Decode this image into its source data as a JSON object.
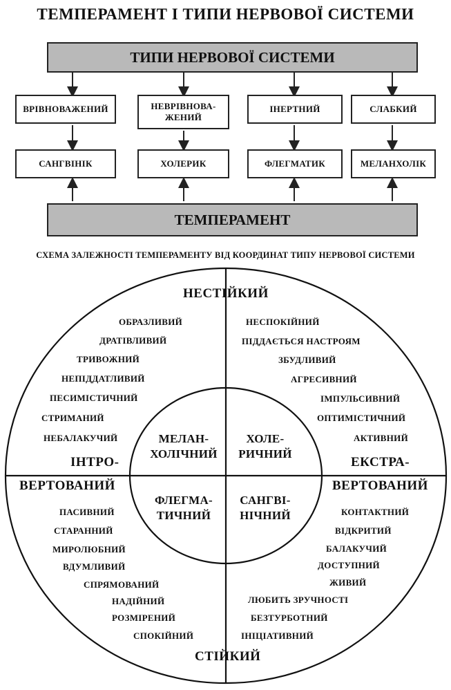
{
  "title": "ТЕМПЕРАМЕНТ І ТИПИ НЕРВОВОЇ СИСТЕМИ",
  "top_bar": "ТИПИ НЕРВОВОЇ СИСТЕМИ",
  "nervous_types": [
    "ВРІВНОВАЖЕНИЙ",
    "НЕВРІВНОВА-\nЖЕНИЙ",
    "ІНЕРТНИЙ",
    "СЛАБКИЙ"
  ],
  "temperaments": [
    "САНГВІНІК",
    "ХОЛЕРИК",
    "ФЛЕГМАТИК",
    "МЕЛАНХОЛІК"
  ],
  "bottom_bar": "ТЕМПЕРАМЕНТ",
  "scheme_title": "СХЕМА ЗАЛЕЖНОСТІ ТЕМПЕРАМЕНТУ ВІД КООРДИНАТ ТИПУ НЕРВОВОЇ СИСТЕМИ",
  "axes": {
    "top": "НЕСТІЙКИЙ",
    "bottom": "СТІЙКИЙ",
    "left_top": "ІНТРО-",
    "left_bottom": "ВЕРТОВАНИЙ",
    "right_top": "ЕКСТРА-",
    "right_bottom": "ВЕРТОВАНИЙ"
  },
  "inner": {
    "tl": "МЕЛАН-\nХОЛІЧНИЙ",
    "tr": "ХОЛЕ-\nРИЧНИЙ",
    "bl": "ФЛЕГМА-\nТИЧНИЙ",
    "br": "САНГВІ-\nНІЧНИЙ"
  },
  "traits": {
    "tl": [
      "ОБРАЗЛИВИЙ",
      "ДРАТІВЛИВИЙ",
      "ТРИВОЖНИЙ",
      "НЕПІДДАТЛИВИЙ",
      "ПЕСИМІСТИЧНИЙ",
      "СТРИМАНИЙ",
      "НЕБАЛАКУЧИЙ"
    ],
    "tr": [
      "НЕСПОКІЙНИЙ",
      "ПІДДАЄТЬСЯ НАСТРОЯМ",
      "ЗБУДЛИВИЙ",
      "АГРЕСИВНИЙ",
      "ІМПУЛЬСИВНИЙ",
      "ОПТИМІСТИЧНИЙ",
      "АКТИВНИЙ"
    ],
    "bl": [
      "ПАСИВНИЙ",
      "СТАРАННИЙ",
      "МИРОЛЮБНИЙ",
      "ВДУМЛИВИЙ",
      "СПРЯМОВАНИЙ",
      "НАДІЙНИЙ",
      "РОЗМІРЕНИЙ",
      "СПОКІЙНИЙ"
    ],
    "br": [
      "КОНТАКТНИЙ",
      "ВІДКРИТИЙ",
      "БАЛАКУЧИЙ",
      "ДОСТУПНИЙ",
      "ЖИВИЙ",
      "ЛЮБИТЬ ЗРУЧНОСТІ",
      "БЕЗТУРБОТНИЙ",
      "ІНІЦІАТИВНИЙ"
    ]
  }
}
